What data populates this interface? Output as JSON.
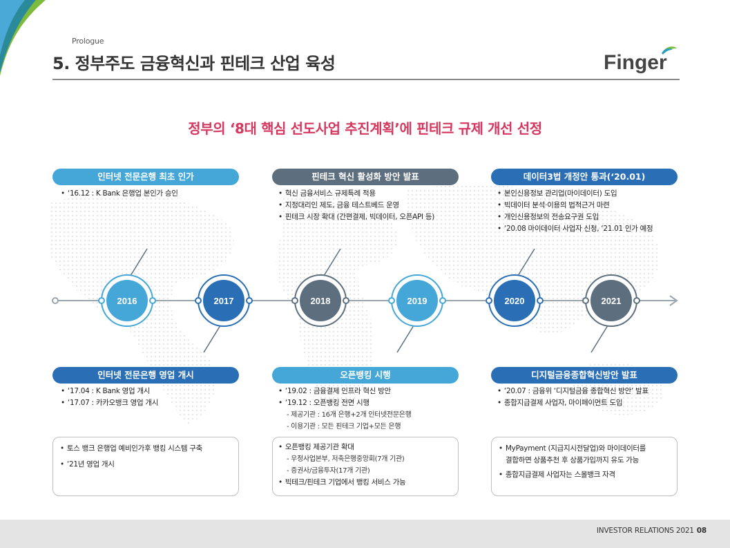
{
  "header": {
    "section": "Prologue",
    "title": "5. 정부주도 금융혁신과 핀테크 산업 육성",
    "logo_text": "Finger"
  },
  "headline": "정부의 ‘8대 핵심 선도사업 추진계획’에 핀테크 규제 개선 선정",
  "colors": {
    "light": "#44a7d8",
    "dark": "#2a6fb5",
    "slate": "#5d6f7e",
    "headline": "#d6375e"
  },
  "timeline": {
    "years": [
      "2016",
      "2017",
      "2018",
      "2019",
      "2020",
      "2021"
    ]
  },
  "top_events": [
    {
      "title": "인터넷 전문은행 최초 인가",
      "items": [
        "‘16.12 : K Bank 은행업 본인가 승인"
      ]
    },
    {
      "title": "핀테크 혁신 활성화 방안 발표",
      "items": [
        "혁신 금융서비스 규제특례 적용",
        "지정대리인 제도, 금융 테스트베드 운영",
        "핀테크 시장 확대 (간편결제, 빅데이터, 오픈API 등)"
      ]
    },
    {
      "title": "데이터3법 개정안 통과(‘20.01)",
      "items": [
        "본인신용정보 관리업(마이데이터) 도입",
        "빅데이터 분석·이용의 법적근거 마련",
        "개인신용정보의 전송요구권 도입",
        "‘20.08 마이데이터 사업자 신청, ‘21.01 인가 예정"
      ]
    }
  ],
  "bottom_events": [
    {
      "title": "인터넷 전문은행 영업 개시",
      "items": [
        "‘17.04 : K Bank 영업 개시",
        "‘17.07 : 카카오뱅크 영업 개시"
      ],
      "box": [
        "토스 뱅크 은행업 예비인가후 뱅킹 시스템 구축",
        "‘21년 영업 개시"
      ]
    },
    {
      "title": "오픈뱅킹 시행",
      "items": [
        "‘19.02 : 금융결제 인프라 혁신 방안",
        "‘19.12 : 오픈뱅킹 전면 시행"
      ],
      "subitems": [
        "- 제공기관 : 16개 은행+2개 인터넷전문은행",
        "- 이용기관 : 모든 핀테크 기업+모든 은행"
      ],
      "box_main1": "오픈뱅킹 제공기관 확대",
      "box_sub": [
        "- 우정사업본부, 저축은행중앙회(7개 기관)",
        "- 증권사/금융투자(17개 기관)"
      ],
      "box_main2": "빅테크/핀테크 기업에서 뱅킹 서비스 가능"
    },
    {
      "title": "디지털금융종합혁신방안 발표",
      "items": [
        "‘20.07 : 금융위 ‘디지털금융 종합혁신 방안’ 발표",
        "종합지급결제 사업자, 마이페이먼트 도입"
      ],
      "box_line1": "MyPayment (지급지시전달업)와 마이데이터를",
      "box_line2": "결합하면 상품추천 후 상품가입까지 유도 가능",
      "box_line3": "종합지급결제 사업자는 스몰뱅크 자격"
    }
  ],
  "footer": {
    "label": "INVESTOR RELATIONS 2021",
    "page": "08"
  }
}
